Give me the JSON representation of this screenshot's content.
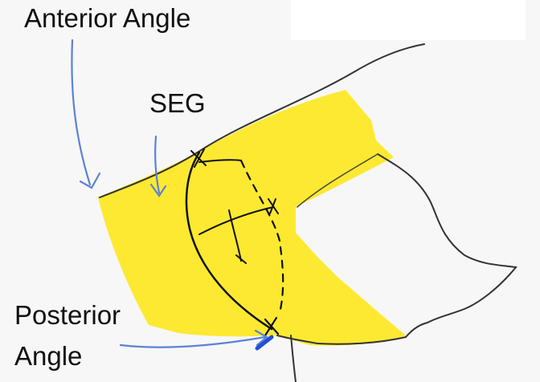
{
  "labels": {
    "anterior_angle": "Anterior Angle",
    "seg": "SEG",
    "posterior_line1": "Posterior",
    "posterior_line2": "Angle"
  },
  "colors": {
    "background": "#f7f7f7",
    "highlight_fill": "#fde931",
    "outline": "#333333",
    "arrow": "#5b82d6",
    "marker_accent": "#2050d8",
    "text": "#111111"
  }
}
